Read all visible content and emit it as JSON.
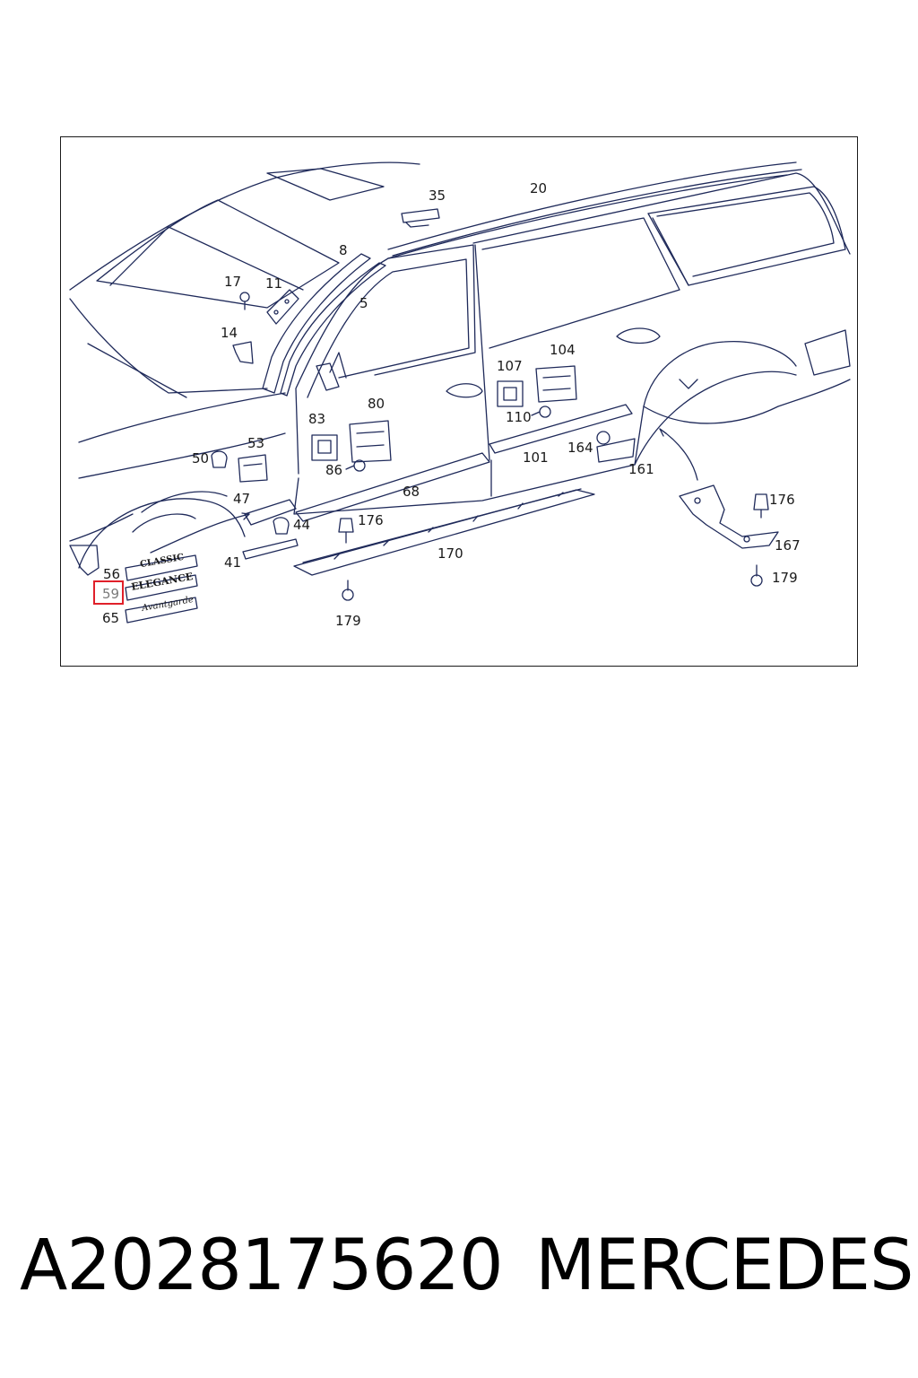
{
  "diagram": {
    "callouts": {
      "c35": "35",
      "c20": "20",
      "c8": "8",
      "c17": "17",
      "c11": "11",
      "c5": "5",
      "c14": "14",
      "c107": "107",
      "c104": "104",
      "c80": "80",
      "c83": "83",
      "c110": "110",
      "c53": "53",
      "c50": "50",
      "c164": "164",
      "c86": "86",
      "c101": "101",
      "c161": "161",
      "c68": "68",
      "c47": "47",
      "c176a": "176",
      "c176b": "176",
      "c44": "44",
      "c167": "167",
      "c56": "56",
      "c170": "170",
      "c41": "41",
      "c179a": "179",
      "c59": "59",
      "c65": "65",
      "c179b": "179"
    },
    "badges": {
      "classic": "CLASSIC",
      "elegance": "ELEGANCE",
      "avantgarde": "Avantgarde"
    },
    "highlighted_callout": "59",
    "highlight_color": "#e0202a",
    "line_color": "#1f2a5a"
  },
  "footer": {
    "part_number": "A2028175620",
    "brand": "MERCEDES"
  }
}
